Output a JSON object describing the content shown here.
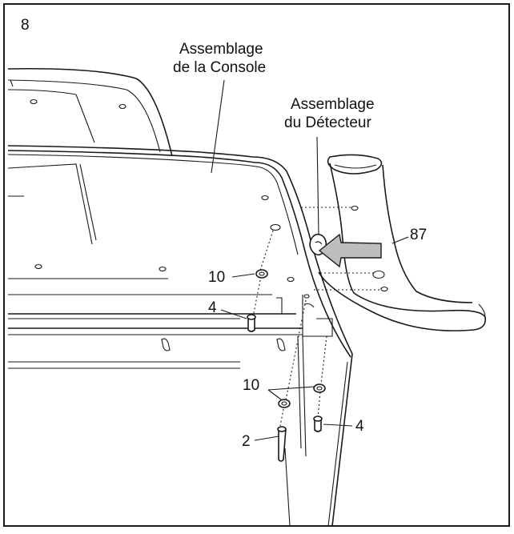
{
  "step_number": "8",
  "labels": {
    "console_line1": "Assemblage",
    "console_line2": "de la Console",
    "sensor_line1": "Assemblage",
    "sensor_line2": "du Détecteur"
  },
  "part_numbers": {
    "upright": "87",
    "washer_upper": "10",
    "bolt_upper": "4",
    "washer_lower": "10",
    "bolt_lower_right": "4",
    "bolt_lower_left": "2"
  },
  "colors": {
    "line": "#1a1a1a",
    "arrow_fill": "#bdbdbd",
    "background": "#ffffff"
  }
}
